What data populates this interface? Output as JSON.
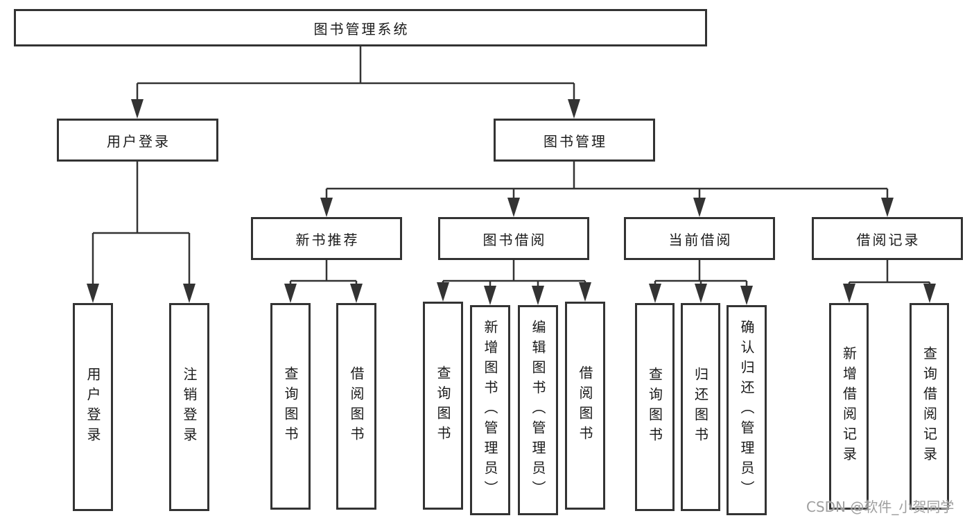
{
  "diagram": {
    "root": "图书管理系统",
    "branches": {
      "user_login": {
        "label": "用户登录",
        "children": {
          "login": "用户登录",
          "logout": "注销登录"
        }
      },
      "book_mgmt": {
        "label": "图书管理",
        "sections": {
          "new_book": {
            "label": "新书推荐",
            "children": {
              "query": "查询图书",
              "borrow": "借阅图书"
            }
          },
          "borrowing": {
            "label": "图书借阅",
            "children": {
              "query": "查询图书",
              "add": "新增图书（管理员）",
              "edit": "编辑图书（管理员）",
              "borrow": "借阅图书"
            }
          },
          "current": {
            "label": "当前借阅",
            "children": {
              "query": "查询图书",
              "return": "归还图书",
              "confirm": "确认归还（管理员）"
            }
          },
          "records": {
            "label": "借阅记录",
            "children": {
              "add": "新增借阅记录",
              "query": "查询借阅记录"
            }
          }
        }
      }
    }
  },
  "watermark": "CSDN @软件_小贺同学",
  "colors": {
    "line": "#333333",
    "text": "#1a1a1a",
    "background": "#ffffff",
    "watermark": "#9e9e9e"
  }
}
